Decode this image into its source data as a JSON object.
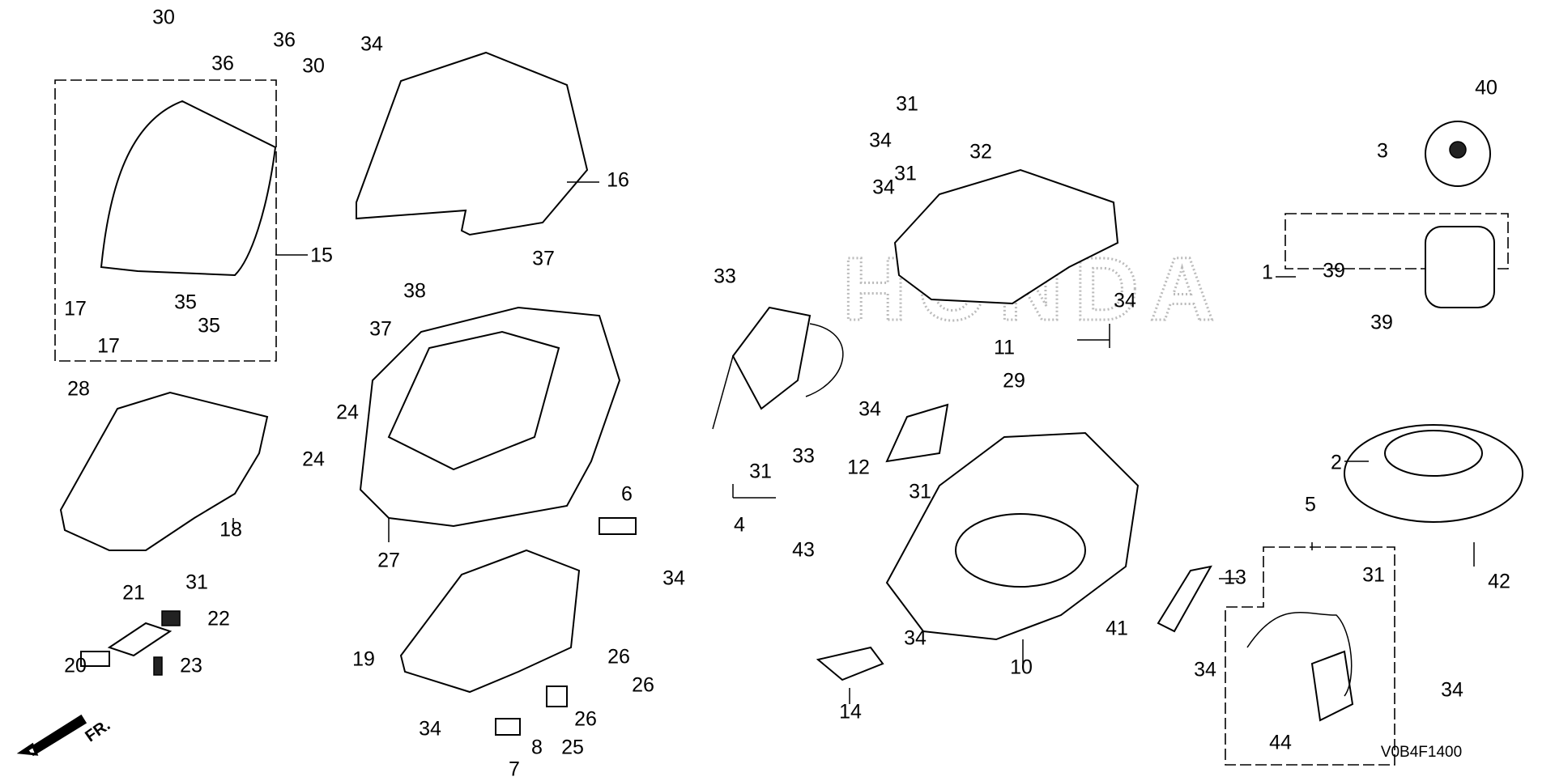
{
  "diagram_code": "V0B4F1400",
  "front_indicator": "FR.",
  "watermark": "HONDA",
  "callouts": [
    "30",
    "36",
    "36",
    "30",
    "34",
    "15",
    "16",
    "17",
    "35",
    "17",
    "35",
    "37",
    "38",
    "37",
    "24",
    "24",
    "28",
    "18",
    "31",
    "27",
    "6",
    "34",
    "21",
    "22",
    "20",
    "23",
    "19",
    "26",
    "26",
    "26",
    "34",
    "8",
    "25",
    "7",
    "31",
    "34",
    "32",
    "31",
    "34",
    "34",
    "11",
    "40",
    "3",
    "1",
    "39",
    "39",
    "33",
    "31",
    "33",
    "4",
    "34",
    "12",
    "29",
    "31",
    "43",
    "34",
    "14",
    "10",
    "41",
    "13",
    "34",
    "5",
    "31",
    "34",
    "44",
    "2",
    "42"
  ]
}
